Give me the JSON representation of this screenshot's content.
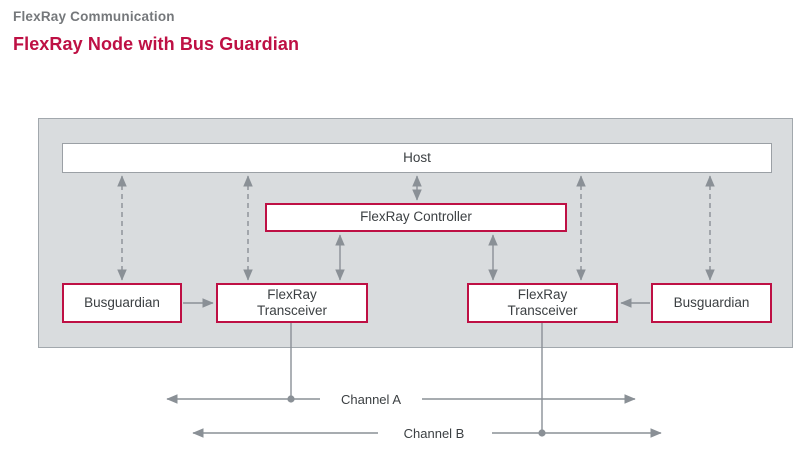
{
  "header": {
    "section": "FlexRay Communication",
    "title": "FlexRay Node with Bus Guardian"
  },
  "colors": {
    "accent": "#BE1044",
    "container_bg": "#D9DCDE",
    "container_border": "#A2A8AD",
    "box_border_gray": "#9BA0A5",
    "arrow": "#8A9096",
    "text": "#3C4043",
    "subtitle_text": "#75787B"
  },
  "diagram": {
    "nodes": {
      "host": {
        "label": "Host"
      },
      "controller": {
        "label": "FlexRay Controller"
      },
      "transceiver_a": {
        "line1": "FlexRay",
        "line2": "Transceiver"
      },
      "transceiver_b": {
        "line1": "FlexRay",
        "line2": "Transceiver"
      },
      "busguardian_left": {
        "label": "Busguardian"
      },
      "busguardian_right": {
        "label": "Busguardian"
      }
    },
    "channels": {
      "a": {
        "label": "Channel A"
      },
      "b": {
        "label": "Channel B"
      }
    }
  }
}
